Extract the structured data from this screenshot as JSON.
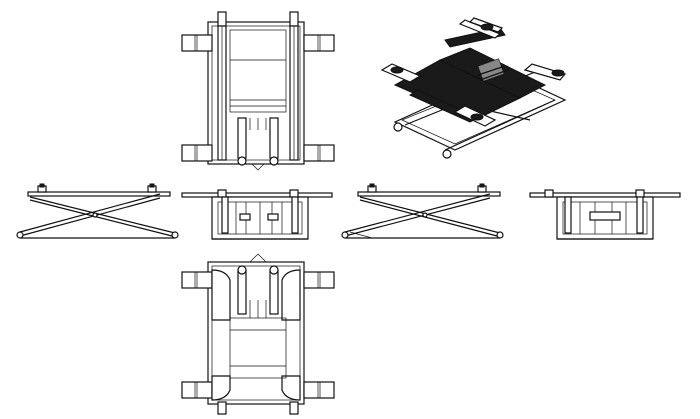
{
  "drawing": {
    "subject": "scissor-lift-orthographic-views",
    "line_color": "#111111",
    "fill_color": "#ffffff",
    "solid_color": "#1a1a1a",
    "views": [
      {
        "id": "top-view",
        "icon": "lift-top-plan"
      },
      {
        "id": "isometric-view",
        "icon": "lift-isometric"
      },
      {
        "id": "side-view-left",
        "icon": "lift-side-scissor"
      },
      {
        "id": "front-view-center",
        "icon": "lift-front-elevation"
      },
      {
        "id": "side-view-right",
        "icon": "lift-side-scissor"
      },
      {
        "id": "rear-view-right",
        "icon": "lift-rear-elevation"
      },
      {
        "id": "bottom-view",
        "icon": "lift-bottom-plan"
      }
    ]
  }
}
